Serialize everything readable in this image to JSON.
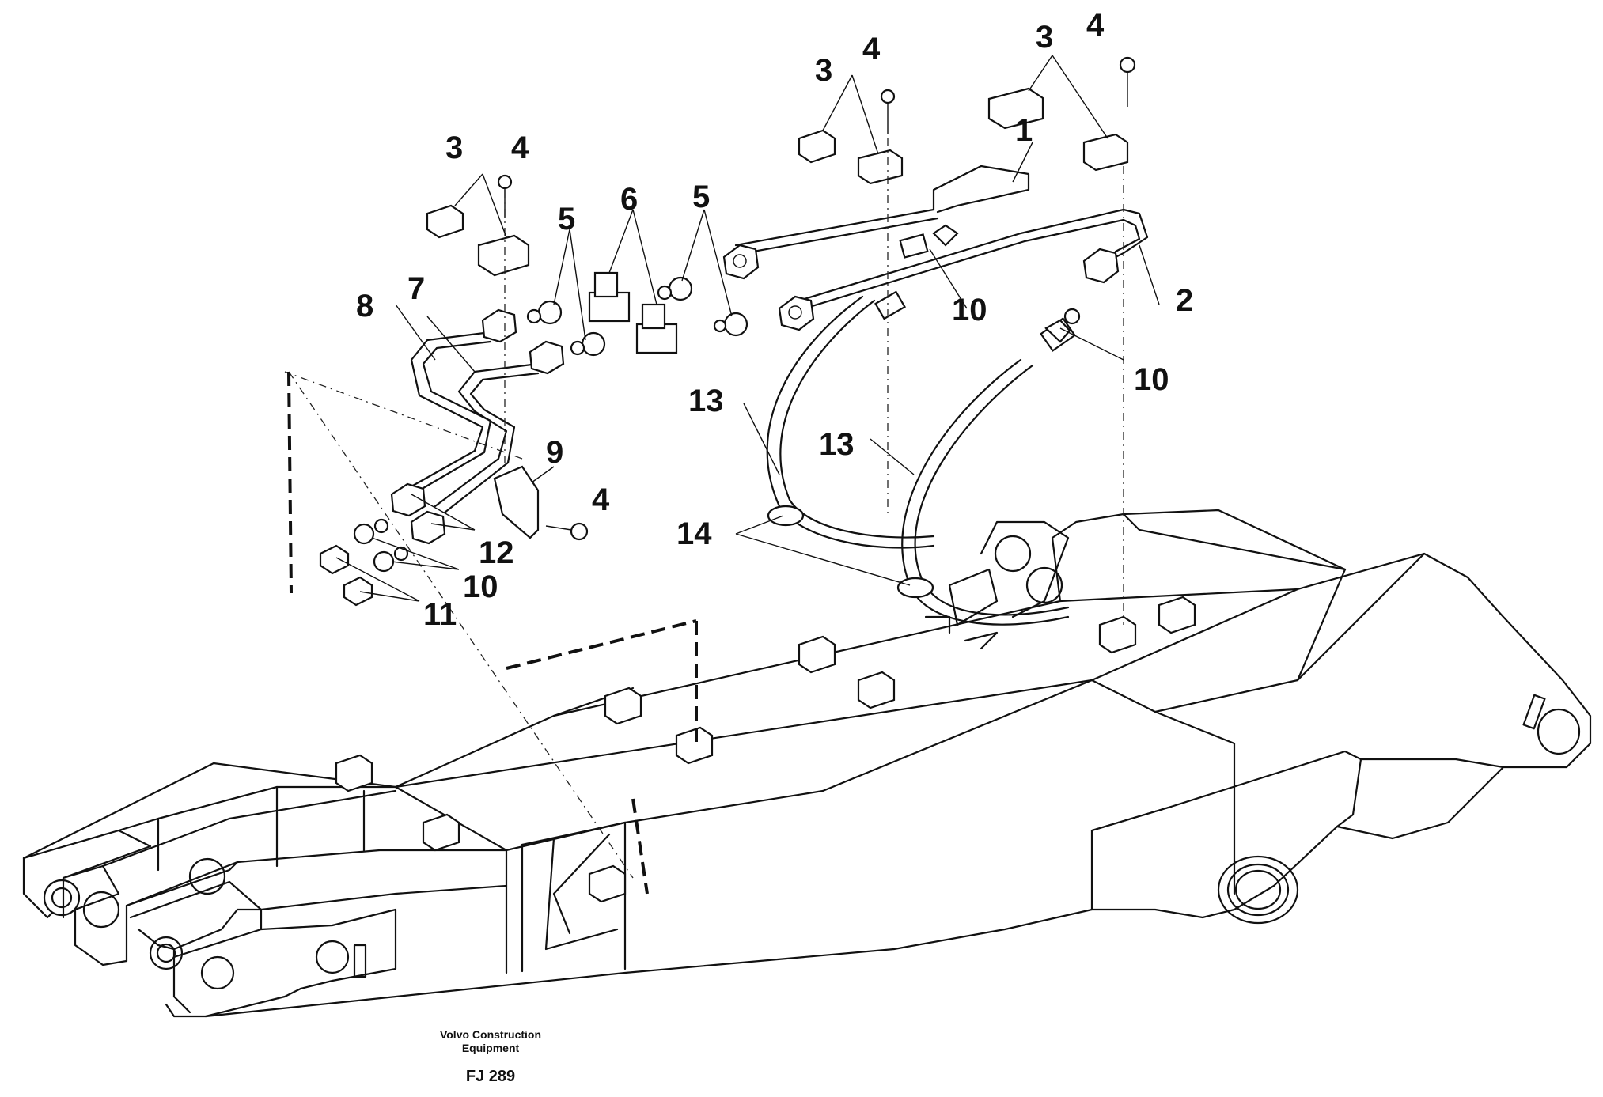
{
  "caption": {
    "line1": "Volvo Construction",
    "line2": "Equipment",
    "code": "FJ 289"
  },
  "callouts": [
    {
      "id": "c1",
      "label": "1"
    },
    {
      "id": "c2",
      "label": "2"
    },
    {
      "id": "c3a",
      "label": "3"
    },
    {
      "id": "c3b",
      "label": "3"
    },
    {
      "id": "c3c",
      "label": "3"
    },
    {
      "id": "c4a",
      "label": "4"
    },
    {
      "id": "c4b",
      "label": "4"
    },
    {
      "id": "c4c",
      "label": "4"
    },
    {
      "id": "c4d",
      "label": "4"
    },
    {
      "id": "c5a",
      "label": "5"
    },
    {
      "id": "c5b",
      "label": "5"
    },
    {
      "id": "c6",
      "label": "6"
    },
    {
      "id": "c7",
      "label": "7"
    },
    {
      "id": "c8",
      "label": "8"
    },
    {
      "id": "c9",
      "label": "9"
    },
    {
      "id": "c10a",
      "label": "10"
    },
    {
      "id": "c10b",
      "label": "10"
    },
    {
      "id": "c10c",
      "label": "10"
    },
    {
      "id": "c11",
      "label": "11"
    },
    {
      "id": "c12",
      "label": "12"
    },
    {
      "id": "c13a",
      "label": "13"
    },
    {
      "id": "c13b",
      "label": "13"
    },
    {
      "id": "c14",
      "label": "14"
    }
  ]
}
